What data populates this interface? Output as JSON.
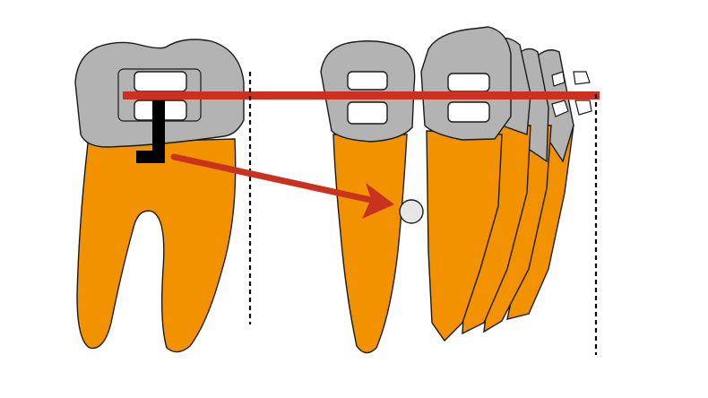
{
  "diagram": {
    "colors": {
      "background": "#ffffff",
      "root": "#f39200",
      "crown": "#b3b3b3",
      "outline": "#1a1a1a",
      "archwire": "#c8321e",
      "arrow": "#c8321e",
      "bracket_slot": "#ffffff",
      "hook": "#000000",
      "marker": "#e6e6e6"
    },
    "elements": {
      "molar": "molar-tooth",
      "incisor_front": "front-tooth",
      "incisor_back": "back-teeth",
      "archwire": "archwire",
      "force_arrow": "force-arrow",
      "contact_point": "contact-point-marker",
      "reference_lines": "dashed-reference-lines"
    }
  }
}
